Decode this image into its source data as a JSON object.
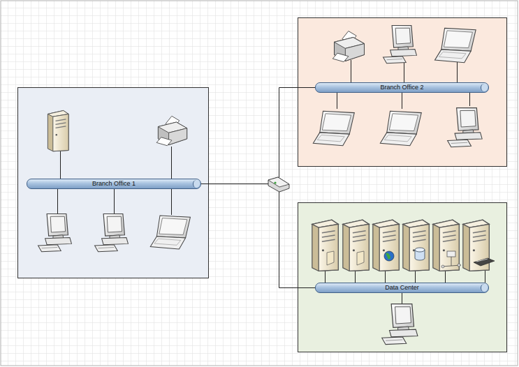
{
  "diagram": {
    "nodes": [
      {
        "text": [
          "Branch Office 1"
        ]
      },
      {
        "text": [
          "Branch Office 2"
        ]
      },
      {
        "text": [
          "Data Center"
        ]
      }
    ]
  }
}
